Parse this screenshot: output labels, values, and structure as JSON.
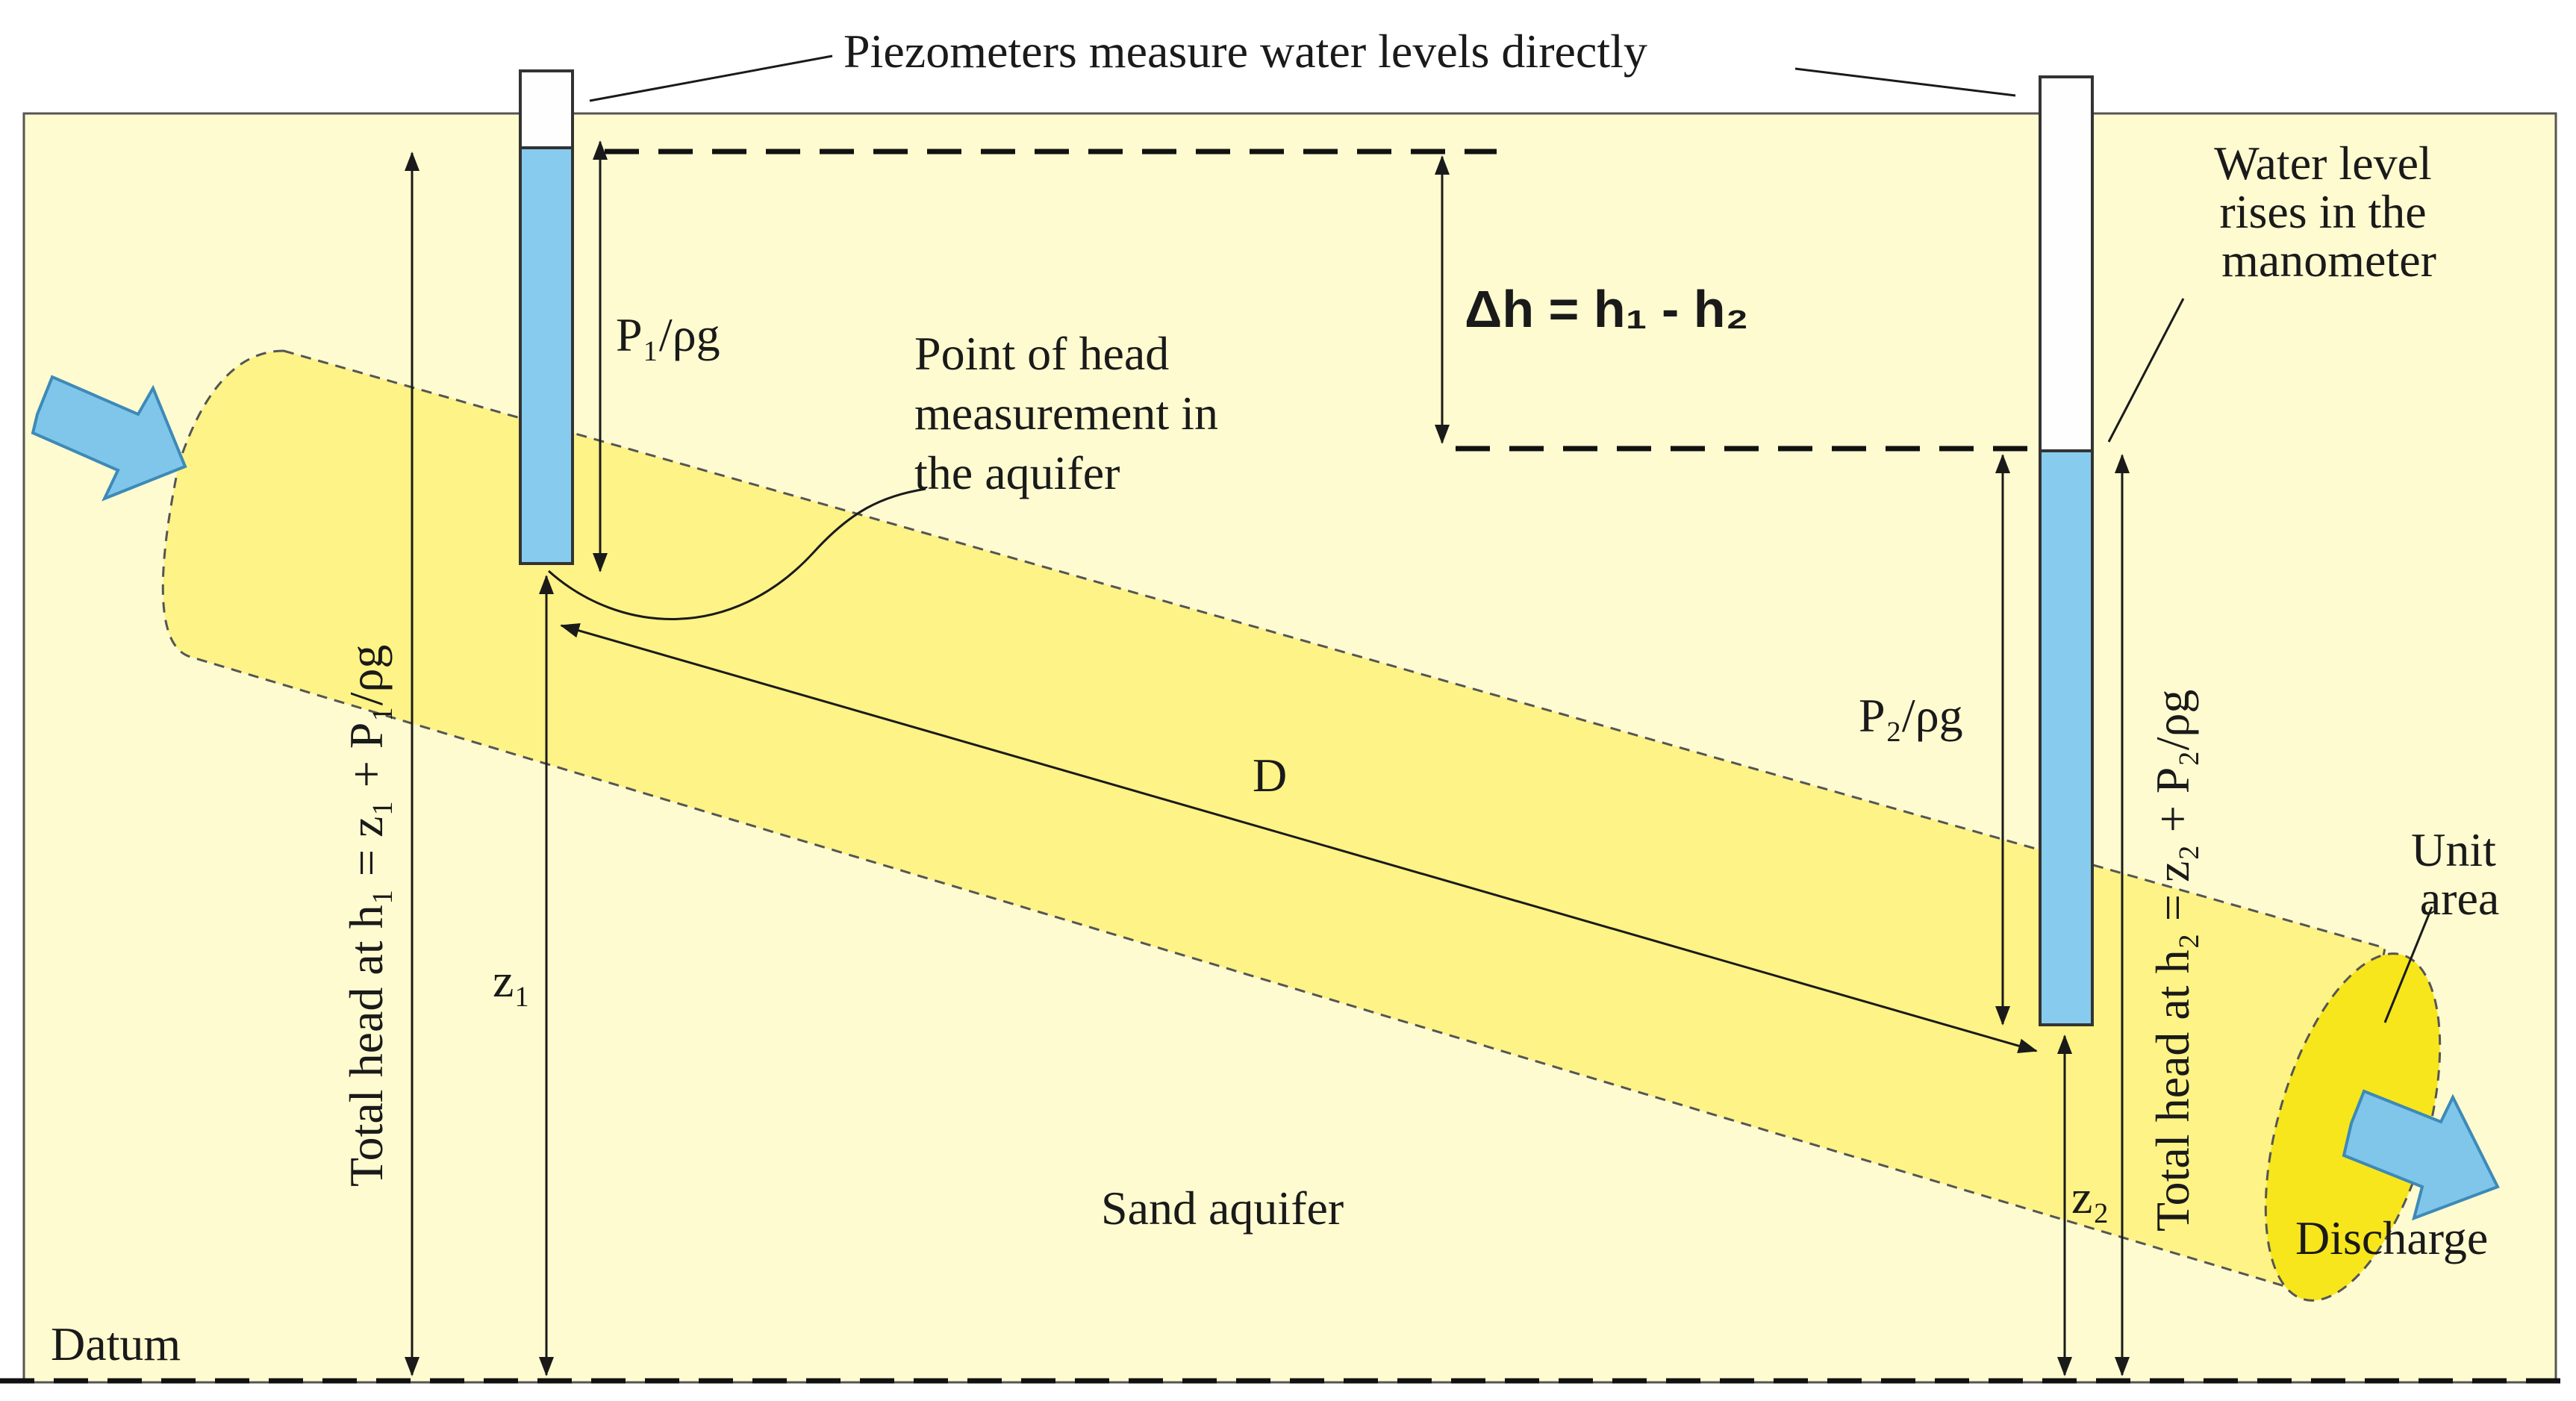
{
  "labels": {
    "piezometers": "Piezometers measure water levels directly",
    "delta_h": "Δh = h₁ - h₂",
    "p1_over_rho_g": "P₁/ρg",
    "p2_over_rho_g": "P₂/ρg",
    "point_of_head_line1": "Point of head",
    "point_of_head_line2": "measurement in",
    "point_of_head_line3": "the aquifer",
    "water_level_line1": "Water level",
    "water_level_line2": "rises in the",
    "water_level_line3": "manometer",
    "total_head_1": "Total head at h₁ = z₁ + P₁/ρg",
    "total_head_2": "Total head at h₂ = z₂ + P₂/ρg",
    "distance_D": "D",
    "z1": "z₁",
    "z2": "z₂",
    "sand_aquifer": "Sand aquifer",
    "unit_area_line1": "Unit",
    "unit_area_line2": "area",
    "discharge": "Discharge",
    "datum": "Datum"
  },
  "colors": {
    "ground": "#fffbd0",
    "aquifer": "#fdf386",
    "unit_area": "#f7e61c",
    "water": "#87ccee",
    "arrow": "#7fc6ea"
  }
}
